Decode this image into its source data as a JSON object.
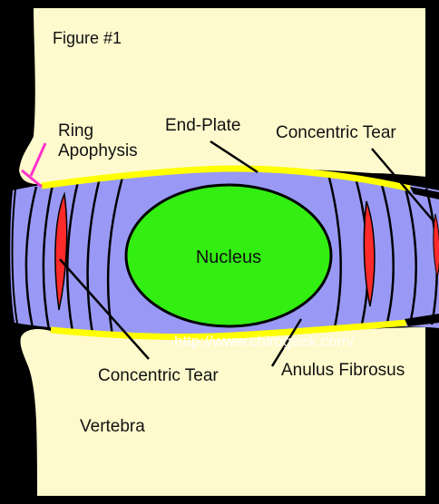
{
  "figure": {
    "title": "Figure #1",
    "labels": {
      "ring_apophysis_line1": "Ring",
      "ring_apophysis_line2": "Apophysis",
      "end_plate": "End-Plate",
      "concentric_tear_top": "Concentric Tear",
      "nucleus": "Nucleus",
      "concentric_tear_bottom": "Concentric Tear",
      "anulus_fibrosus": "Anulus Fibrosus",
      "vertebra": "Vertebra"
    },
    "watermark": "http://www.chirogeek.com/"
  },
  "colors": {
    "background": "#000000",
    "bone": "#FFFACD",
    "disc": "#9999F5",
    "nucleus": "#33EE11",
    "endplate": "#FFFF00",
    "tear": "#FF2A2A",
    "ring_apophysis_pointer": "#FF33CC",
    "outline": "#000000"
  }
}
